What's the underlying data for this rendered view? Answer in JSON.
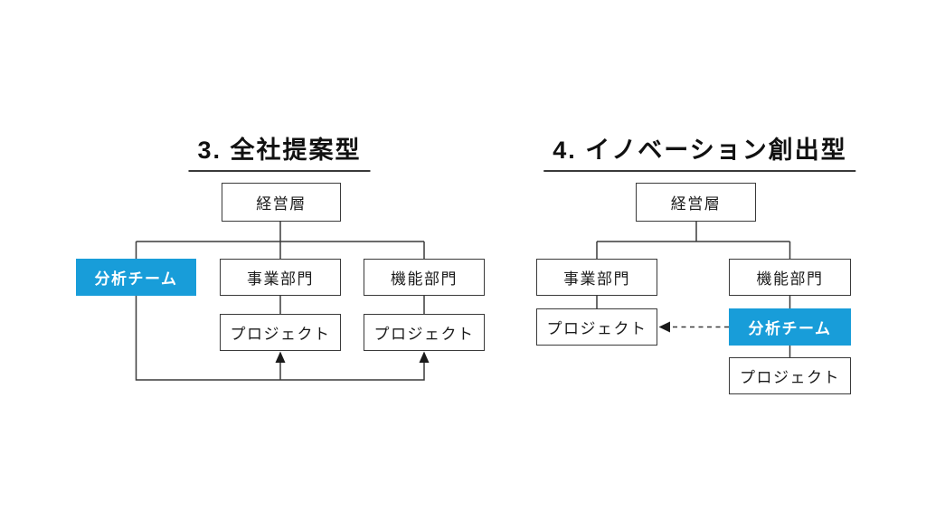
{
  "colors": {
    "background": "#ffffff",
    "accent_blue": "#189DD9",
    "line": "#3a3a3a",
    "text": "#1a1a1a",
    "accent_text": "#ffffff"
  },
  "left_diagram": {
    "title": "3. 全社提案型",
    "nodes": {
      "management": "経営層",
      "analysis_team": "分析チーム",
      "business_division": "事業部門",
      "function_division": "機能部門",
      "project_under_business": "プロジェクト",
      "project_under_function": "プロジェクト"
    }
  },
  "right_diagram": {
    "title": "4. イノベーション創出型",
    "nodes": {
      "management": "経営層",
      "business_division": "事業部門",
      "function_division": "機能部門",
      "project_under_business": "プロジェクト",
      "analysis_team": "分析チーム",
      "project_under_analysis": "プロジェクト"
    }
  }
}
